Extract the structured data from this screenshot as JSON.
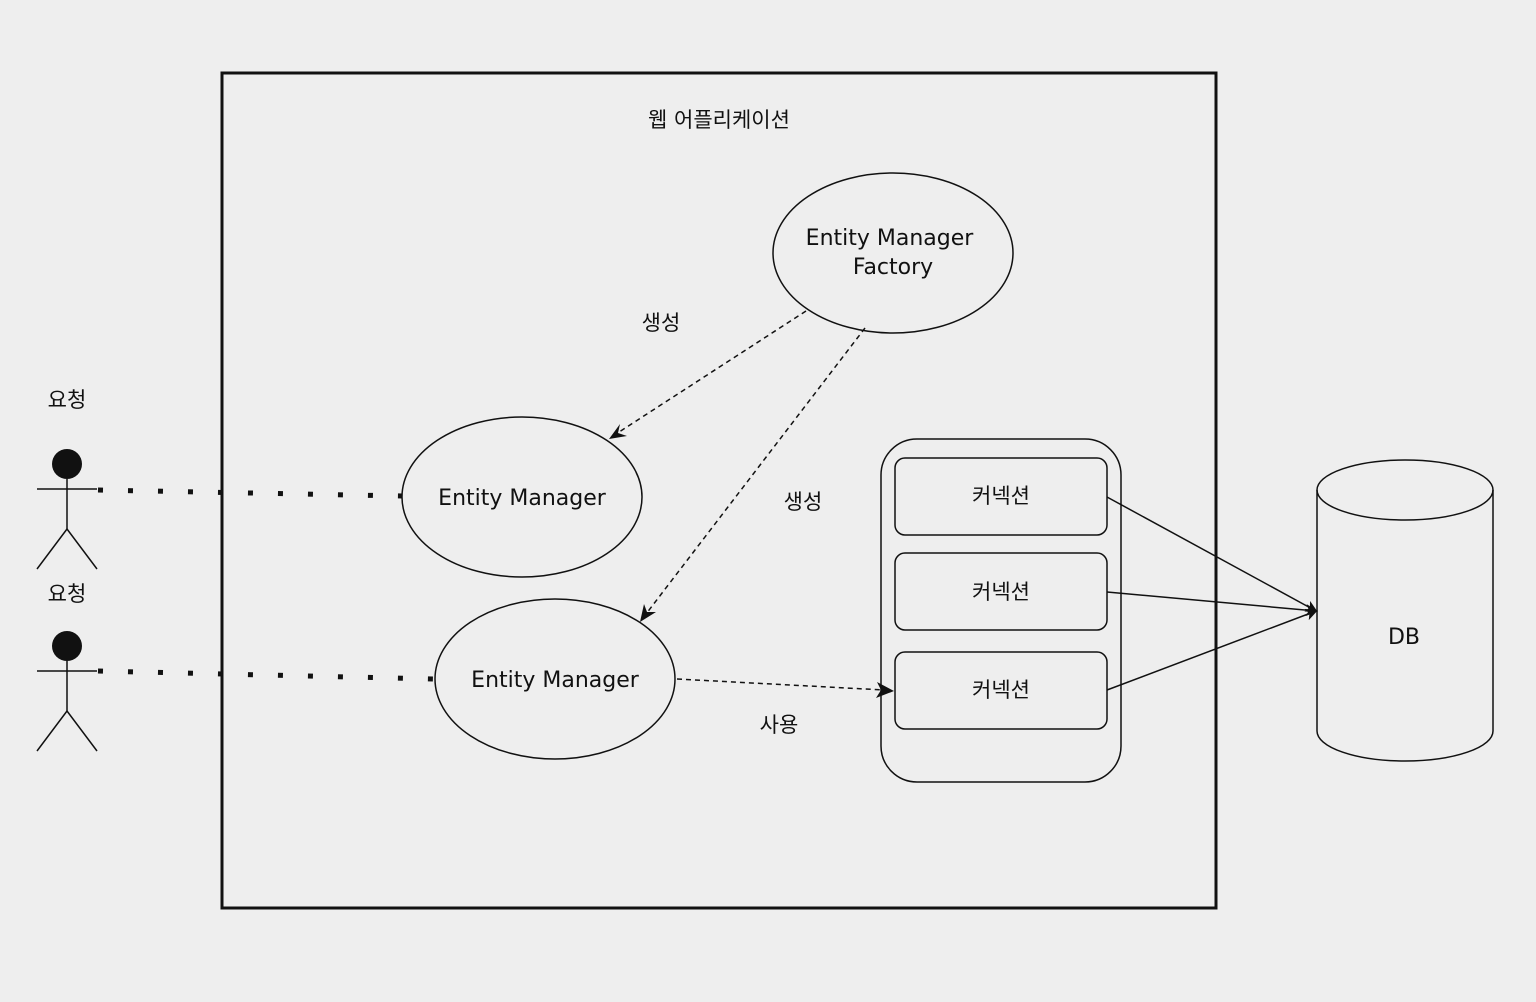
{
  "app_box": {
    "title": "웹 어플리케이션"
  },
  "factory": {
    "line1": "Entity Manager",
    "line2": "Factory"
  },
  "entity_managers": [
    {
      "label": "Entity Manager"
    },
    {
      "label": "Entity Manager"
    }
  ],
  "edges": {
    "create_1": "생성",
    "create_2": "생성",
    "use": "사용"
  },
  "users": [
    {
      "label": "요청"
    },
    {
      "label": "요청"
    }
  ],
  "connection_pool": {
    "connections": [
      {
        "label": "커넥션"
      },
      {
        "label": "커넥션"
      },
      {
        "label": "커넥션"
      }
    ]
  },
  "database": {
    "label": "DB"
  }
}
